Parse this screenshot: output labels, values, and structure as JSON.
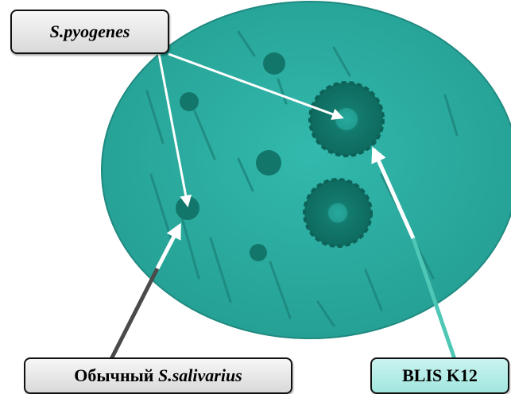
{
  "labels": {
    "pyogenes": "S.pyogenes",
    "salivarius_prefix": "Обычный ",
    "salivarius_species": "S.salivarius",
    "blis": "BLIS K12"
  },
  "colors": {
    "dish": "#2aaea2",
    "dish_edge": "#1f8a80",
    "colony": "#0f6f64",
    "colony_center": "#27b0a3",
    "pointer_white": "#ffffff",
    "pointer_dark": "#4a4a4a",
    "pointer_teal": "#4fc7b6"
  }
}
